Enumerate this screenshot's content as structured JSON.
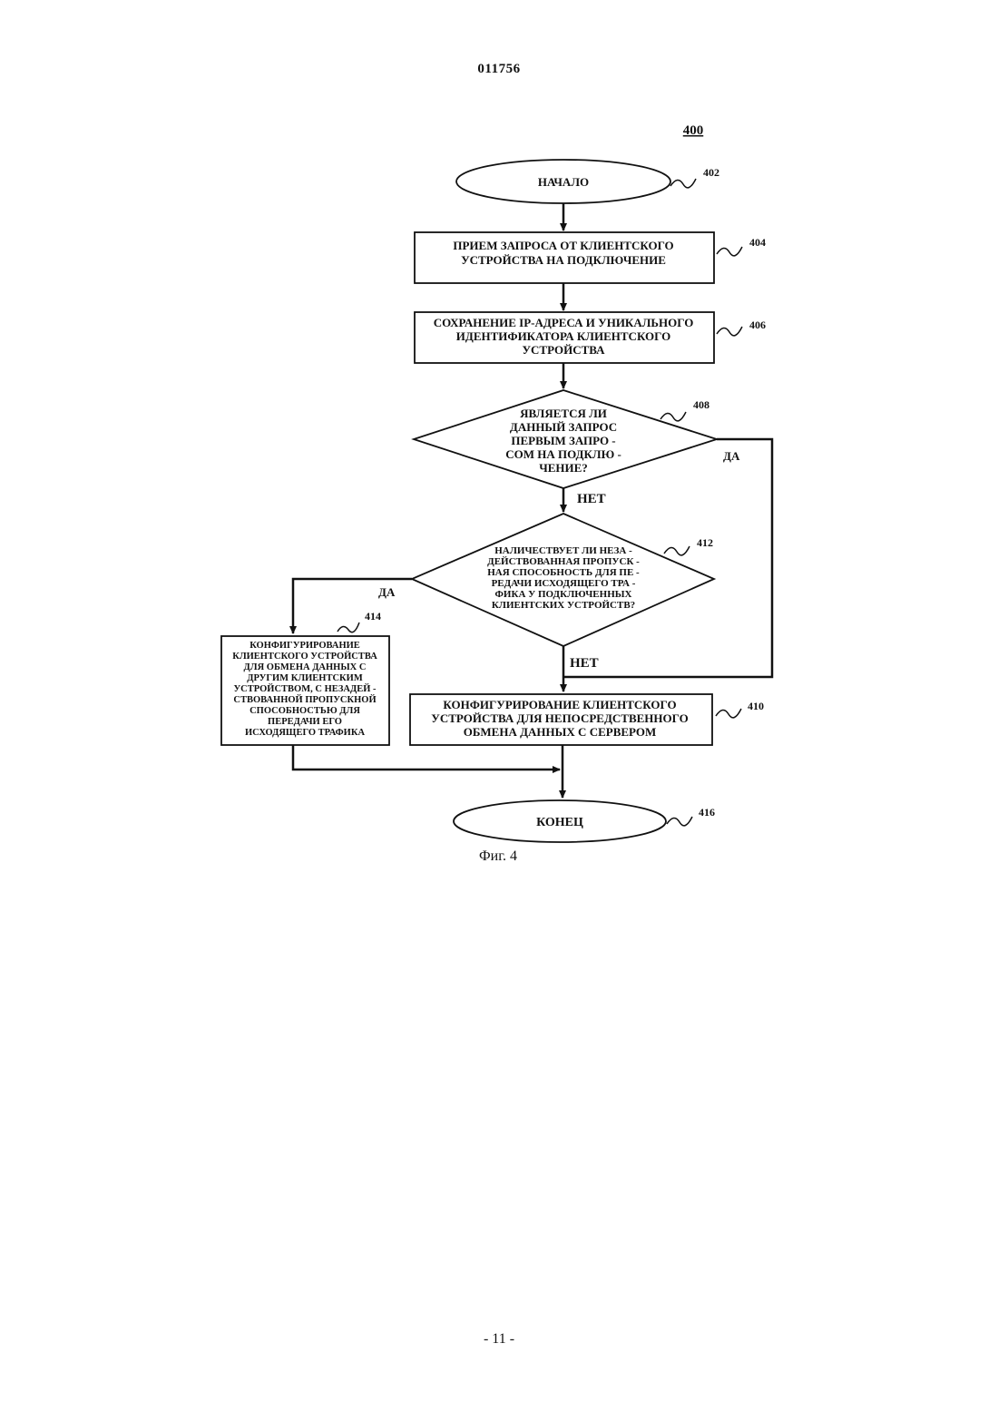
{
  "document": {
    "doc_number": "011756",
    "page_number": "- 11 -"
  },
  "figure": {
    "figure_ref": "400",
    "caption": "Фиг. 4",
    "nodes": {
      "start": {
        "ref": "402",
        "label": [
          "НАЧАЛО"
        ]
      },
      "step_404": {
        "ref": "404",
        "label": [
          "ПРИЕМ ЗАПРОСА ОТ КЛИЕНТСКОГО",
          "УСТРОЙСТВА НА ПОДКЛЮЧЕНИЕ"
        ]
      },
      "step_406": {
        "ref": "406",
        "label": [
          "СОХРАНЕНИЕ IP-АДРЕСА И УНИКАЛЬНОГО",
          "ИДЕНТИФИКАТОРА КЛИЕНТСКОГО",
          "УСТРОЙСТВА"
        ]
      },
      "decision_408": {
        "ref": "408",
        "label": [
          "ЯВЛЯЕТСЯ ЛИ",
          "ДАННЫЙ ЗАПРОС",
          "ПЕРВЫМ ЗАПРО -",
          "СОМ НА ПОДКЛЮ -",
          "ЧЕНИЕ?"
        ]
      },
      "decision_412": {
        "ref": "412",
        "label": [
          "НАЛИЧЕСТВУЕТ ЛИ НЕЗА -",
          "ДЕЙСТВОВАННАЯ ПРОПУСК -",
          "НАЯ СПОСОБНОСТЬ ДЛЯ ПЕ -",
          "РЕДАЧИ ИСХОДЯЩЕГО ТРА -",
          "ФИКА У ПОДКЛЮЧЕННЫХ",
          "КЛИЕНТСКИХ УСТРОЙСТВ?"
        ]
      },
      "step_414": {
        "ref": "414",
        "label": [
          "КОНФИГУРИРОВАНИЕ",
          "КЛИЕНТСКОГО УСТРОЙСТВА",
          "ДЛЯ ОБМЕНА ДАННЫХ С",
          "ДРУГИМ КЛИЕНТСКИМ",
          "УСТРОЙСТВОМ, С НЕЗАДЕЙ -",
          "СТВОВАННОЙ ПРОПУСКНОЙ",
          "СПОСОБНОСТЬЮ ДЛЯ",
          "ПЕРЕДАЧИ ЕГО",
          "ИСХОДЯЩЕГО ТРАФИКА"
        ]
      },
      "step_410": {
        "ref": "410",
        "label": [
          "КОНФИГУРИРОВАНИЕ КЛИЕНТСКОГО",
          "УСТРОЙСТВА ДЛЯ НЕПОСРЕДСТВЕННОГО",
          "ОБМЕНА ДАННЫХ С СЕРВЕРОМ"
        ]
      },
      "end": {
        "ref": "416",
        "label": [
          "КОНЕЦ"
        ]
      }
    },
    "edge_labels": {
      "yes_408": "ДА",
      "no_408": "НЕТ",
      "yes_412": "ДА",
      "no_412": "НЕТ"
    }
  }
}
